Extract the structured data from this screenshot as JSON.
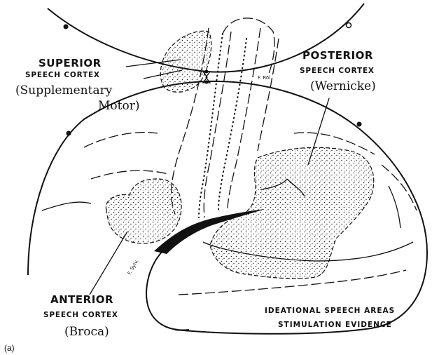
{
  "labels": {
    "superior": {
      "title": "SUPERIOR",
      "subtitle": "SPEECH CORTEX",
      "name_line1": "(Supplementary",
      "name_line2": "Motor)"
    },
    "posterior": {
      "title": "POSTERIOR",
      "subtitle": "SPEECH CORTEX",
      "name": "(Wernicke)"
    },
    "anterior": {
      "title": "ANTERIOR",
      "subtitle": "SPEECH CORTEX",
      "name": "(Broca)"
    },
    "evidence": {
      "line1": "IDEATIONAL SPEECH AREAS",
      "line2": "STIMULATION EVIDENCE"
    },
    "fissure_marks": {
      "rolandic": "F. Rol.",
      "sylvian": "F. Sylv."
    },
    "panel_caption": "(a)"
  }
}
